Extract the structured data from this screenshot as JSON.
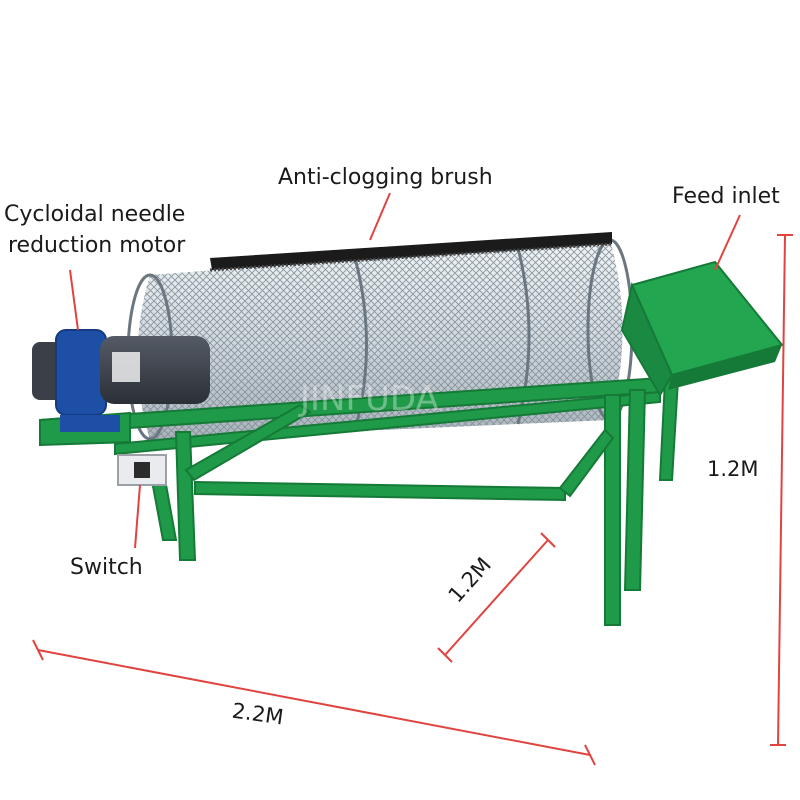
{
  "labels": {
    "brush": "Anti-clogging brush",
    "motor_line1": "Cycloidal needle",
    "motor_line2": "reduction motor",
    "feed": "Feed inlet",
    "switch": "Switch"
  },
  "dimensions": {
    "length": "2.2M",
    "width": "1.2M",
    "height": "1.2M"
  },
  "watermark": "JINFUDA",
  "colors": {
    "frame": "#1f9a48",
    "frame_dark": "#157a37",
    "motor": "#1e4fa6",
    "motor_dark": "#143a80",
    "motor_body": "#3a3f48",
    "mesh": "#8c9aa6",
    "brush": "#1b1b1b",
    "leader": "#e0443f"
  }
}
